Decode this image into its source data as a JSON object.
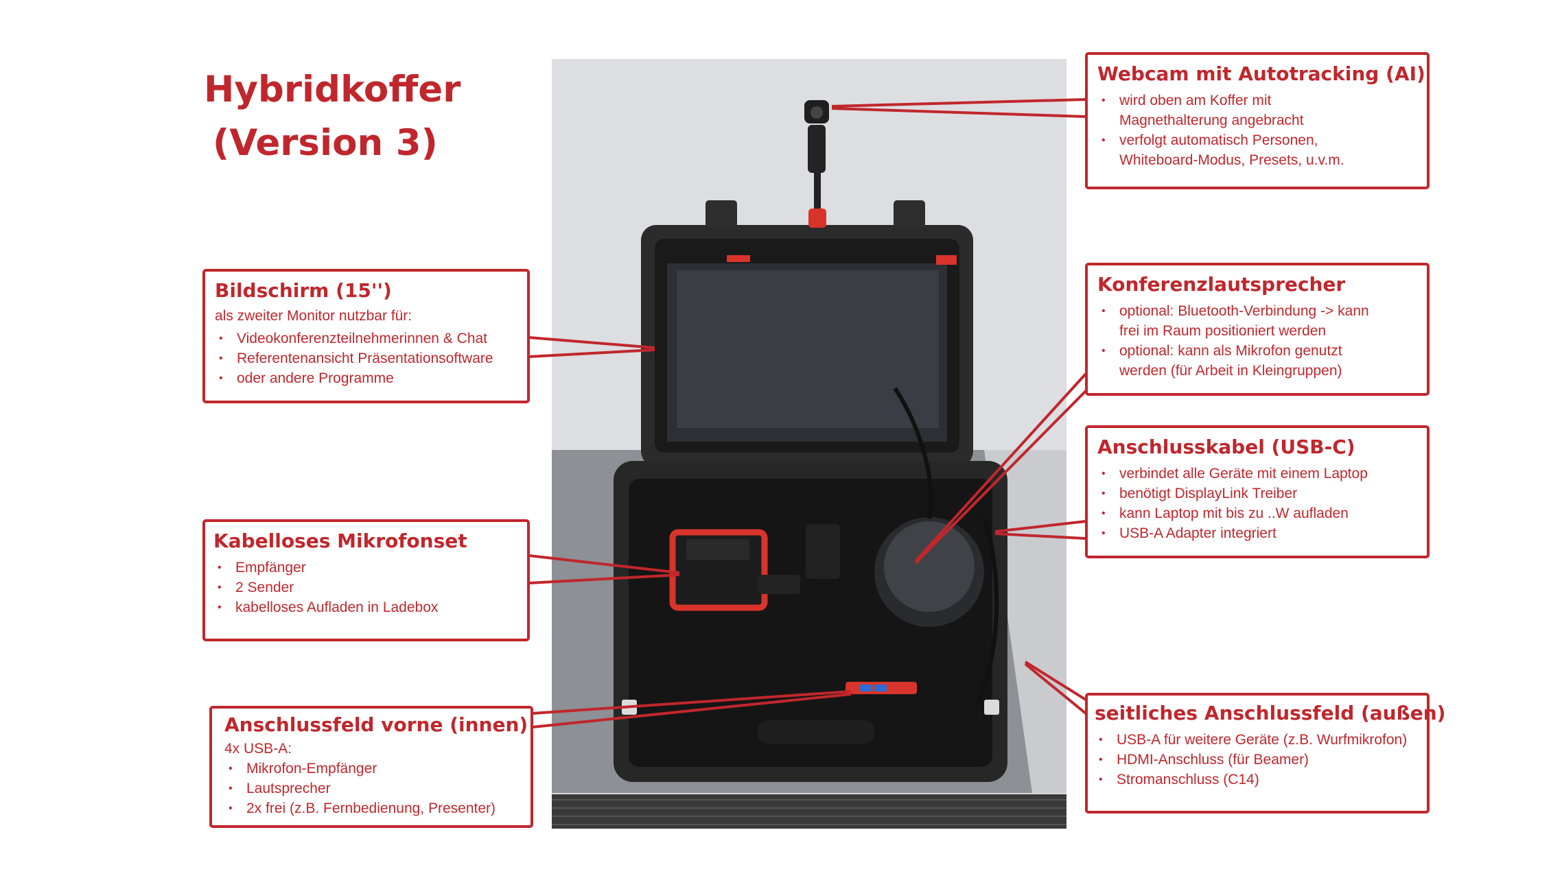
{
  "title": {
    "line1": "Hybridkoffer",
    "line2": "(Version 3)"
  },
  "colors": {
    "accent": "#c0272d",
    "background": "#ffffff"
  },
  "callouts": {
    "webcam": {
      "heading": "Webcam mit Autotracking (AI)",
      "items": [
        "wird oben am Koffer mit\nMagnethalterung angebracht",
        "verfolgt automatisch Personen,\nWhiteboard-Modus, Presets, u.v.m."
      ]
    },
    "bildschirm": {
      "heading": "Bildschirm (15'')",
      "intro": "als zweiter Monitor nutzbar für:",
      "items": [
        "Videokonferenzteilnehmerinnen & Chat",
        "Referentenansicht Präsentationsoftware",
        "oder andere Programme"
      ]
    },
    "lautsprecher": {
      "heading": "Konferenzlautsprecher",
      "items": [
        "optional: Bluetooth-Verbindung -> kann\nfrei im Raum positioniert werden",
        "optional: kann als Mikrofon genutzt\nwerden (für Arbeit in Kleingruppen)"
      ]
    },
    "anschlusskabel": {
      "heading": "Anschlusskabel (USB-C)",
      "items": [
        "verbindet alle Geräte mit einem Laptop",
        "benötigt DisplayLink Treiber",
        "kann Laptop mit bis zu ..W aufladen",
        "USB-A Adapter integriert"
      ]
    },
    "mikrofonset": {
      "heading": "Kabelloses Mikrofonset",
      "items": [
        "Empfänger",
        "2 Sender",
        "kabelloses Aufladen in Ladebox"
      ]
    },
    "anschlussfeld_vorne": {
      "heading": "Anschlussfeld vorne (innen)",
      "intro": "4x USB-A:",
      "items": [
        "Mikrofon-Empfänger",
        "Lautsprecher",
        "2x frei (z.B. Fernbedienung, Presenter)"
      ]
    },
    "anschlussfeld_seitlich": {
      "heading": "seitliches Anschlussfeld (außen)",
      "items": [
        "USB-A für weitere Geräte (z.B. Wurfmikrofon)",
        "HDMI-Anschluss (für Beamer)",
        "Stromanschluss (C14)"
      ]
    }
  }
}
